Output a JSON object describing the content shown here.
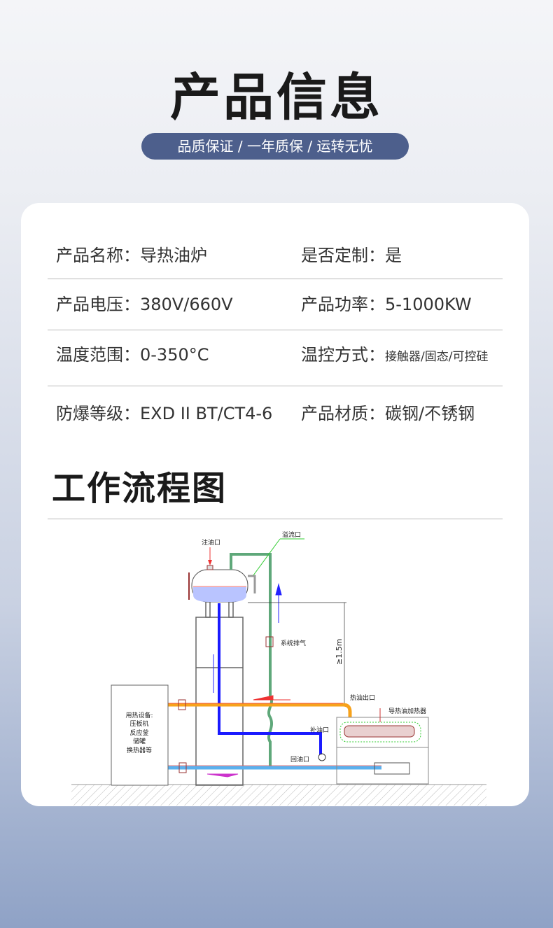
{
  "header": {
    "title": "产品信息",
    "tagline": "品质保证 / 一年质保 / 运转无忧"
  },
  "specs": [
    {
      "label": "产品名称：",
      "value": "导热油炉"
    },
    {
      "label": "是否定制：",
      "value": "是"
    },
    {
      "label": "产品电压：",
      "value": "380V/660V"
    },
    {
      "label": "产品功率：",
      "value": "5-1000KW"
    },
    {
      "label": "温度范围：",
      "value": "0-350°C"
    },
    {
      "label": "温控方式：",
      "value": "接触器/固态/可控硅"
    },
    {
      "label": "防爆等级：",
      "value": "EXD II BT/CT4-6"
    },
    {
      "label": "产品材质：",
      "value": "碳钢/不锈钢"
    }
  ],
  "workflow": {
    "title": "工作流程图",
    "labels": {
      "fill_port": "注油口",
      "overflow_port": "溢流口",
      "vent": "系统排气",
      "height": "≥1.5m",
      "hot_oil_outlet": "热油出口",
      "heater": "导热油加热器",
      "makeup_port": "补油口",
      "return_port": "回油口"
    },
    "equipment": [
      "用热设备:",
      "压板机",
      "反应釜",
      "储罐",
      "换热器等"
    ]
  },
  "colors": {
    "pill": "#4d5f8c",
    "hot_pipe": "#f7a21b",
    "supply_pipe": "#1a1aff",
    "overflow_pipe": "#5fa87a"
  }
}
